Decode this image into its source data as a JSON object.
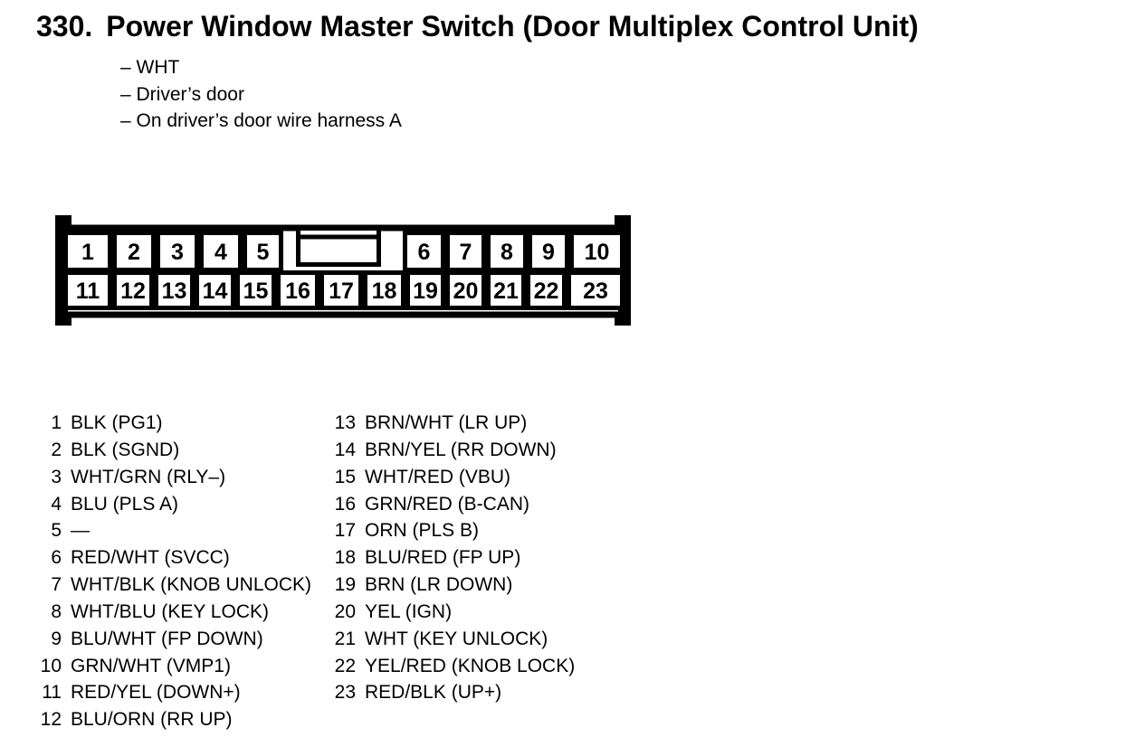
{
  "header": {
    "number": "330.",
    "title": "Power Window Master Switch (Door Multiplex Control Unit)"
  },
  "notes": [
    "– WHT",
    "– Driver’s door",
    "– On driver’s door wire harness A"
  ],
  "connector": {
    "top_row": [
      "1",
      "2",
      "3",
      "4",
      "5",
      "6",
      "7",
      "8",
      "9",
      "10"
    ],
    "bottom_row": [
      "11",
      "12",
      "13",
      "14",
      "15",
      "16",
      "17",
      "18",
      "19",
      "20",
      "21",
      "22",
      "23"
    ]
  },
  "pins": {
    "left": [
      {
        "num": "1",
        "desc": "BLK (PG1)"
      },
      {
        "num": "2",
        "desc": "BLK (SGND)"
      },
      {
        "num": "3",
        "desc": "WHT/GRN (RLY–)"
      },
      {
        "num": "4",
        "desc": "BLU (PLS A)"
      },
      {
        "num": "5",
        "desc": "—"
      },
      {
        "num": "6",
        "desc": "RED/WHT (SVCC)"
      },
      {
        "num": "7",
        "desc": "WHT/BLK (KNOB UNLOCK)"
      },
      {
        "num": "8",
        "desc": "WHT/BLU (KEY LOCK)"
      },
      {
        "num": "9",
        "desc": "BLU/WHT (FP DOWN)"
      },
      {
        "num": "10",
        "desc": "GRN/WHT (VMP1)"
      },
      {
        "num": "11",
        "desc": "RED/YEL (DOWN+)"
      },
      {
        "num": "12",
        "desc": "BLU/ORN (RR UP)"
      }
    ],
    "right": [
      {
        "num": "13",
        "desc": "BRN/WHT (LR UP)"
      },
      {
        "num": "14",
        "desc": "BRN/YEL (RR DOWN)"
      },
      {
        "num": "15",
        "desc": "WHT/RED (VBU)"
      },
      {
        "num": "16",
        "desc": "GRN/RED (B-CAN)"
      },
      {
        "num": "17",
        "desc": "ORN (PLS B)"
      },
      {
        "num": "18",
        "desc": "BLU/RED (FP UP)"
      },
      {
        "num": "19",
        "desc": "BRN (LR DOWN)"
      },
      {
        "num": "20",
        "desc": "YEL (IGN)"
      },
      {
        "num": "21",
        "desc": "WHT (KEY UNLOCK)"
      },
      {
        "num": "22",
        "desc": "YEL/RED (KNOB LOCK)"
      },
      {
        "num": "23",
        "desc": "RED/BLK (UP+)"
      }
    ]
  },
  "colors": {
    "ink": "#000000",
    "paper": "#ffffff"
  }
}
